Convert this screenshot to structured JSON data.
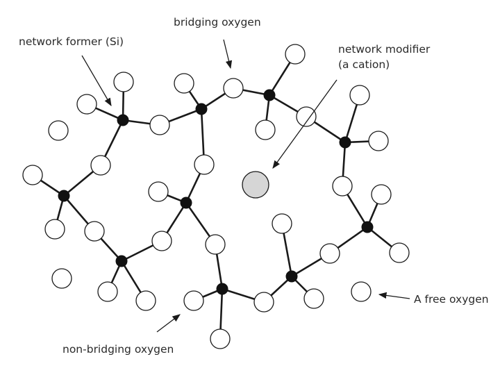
{
  "labels": {
    "bridging_oxygen": "bridging oxygen",
    "network_former": "network former (Si)",
    "network_modifier_line1": "network modifier",
    "network_modifier_line2": "(a cation)",
    "free_oxygen": "A free oxygen",
    "non_bridging_oxygen": "non-bridging oxygen"
  },
  "colors": {
    "line": "#1a1a1a",
    "silicon": "#111111",
    "oxygen_fill": "#ffffff",
    "cation_fill": "#d6d6d6"
  }
}
